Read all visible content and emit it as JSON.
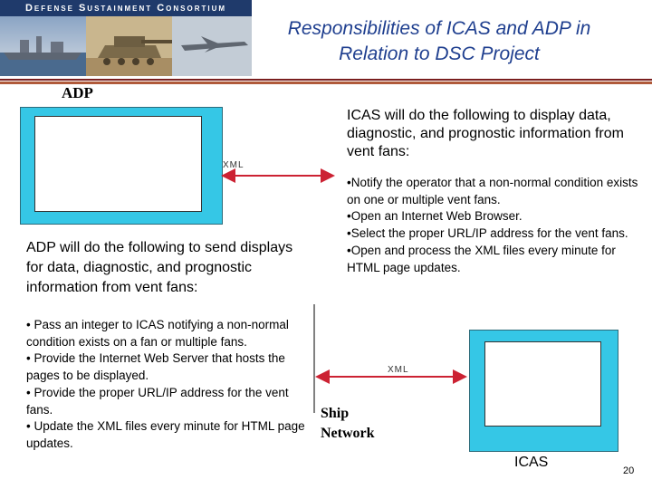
{
  "header": {
    "banner_title": "Defense Sustainment Consortium",
    "title_line1": "Responsibilities of ICAS and ADP in",
    "title_line2": "Relation to DSC Project"
  },
  "diagram": {
    "adp_label": "ADP",
    "xml_label_top": "XML",
    "xml_label_bottom": "XML",
    "ship_network_line1": "Ship",
    "ship_network_line2": "Network",
    "icas_label": "ICAS",
    "monitor_color": "#35c7e6",
    "arrow_color": "#cc2233"
  },
  "icas": {
    "heading": "ICAS will do the following to display data, diagnostic, and prognostic information from vent fans:",
    "bullets": [
      "•Notify the operator that a non-normal condition exists on one or multiple vent fans.",
      "•Open an Internet Web Browser.",
      "•Select the proper URL/IP address for the vent fans.",
      "•Open and process the XML files every minute for HTML page updates."
    ]
  },
  "adp": {
    "heading": "ADP will do the following to send displays for data, diagnostic, and prognostic information from vent fans:",
    "bullets": [
      "• Pass an integer to ICAS notifying a non-normal condition exists on a fan or multiple fans.",
      "• Provide the Internet Web Server that hosts the pages to be displayed.",
      "• Provide the proper URL/IP address for the vent fans.",
      "• Update the XML files every minute for HTML page updates."
    ]
  },
  "footer": {
    "page_number": "20"
  }
}
